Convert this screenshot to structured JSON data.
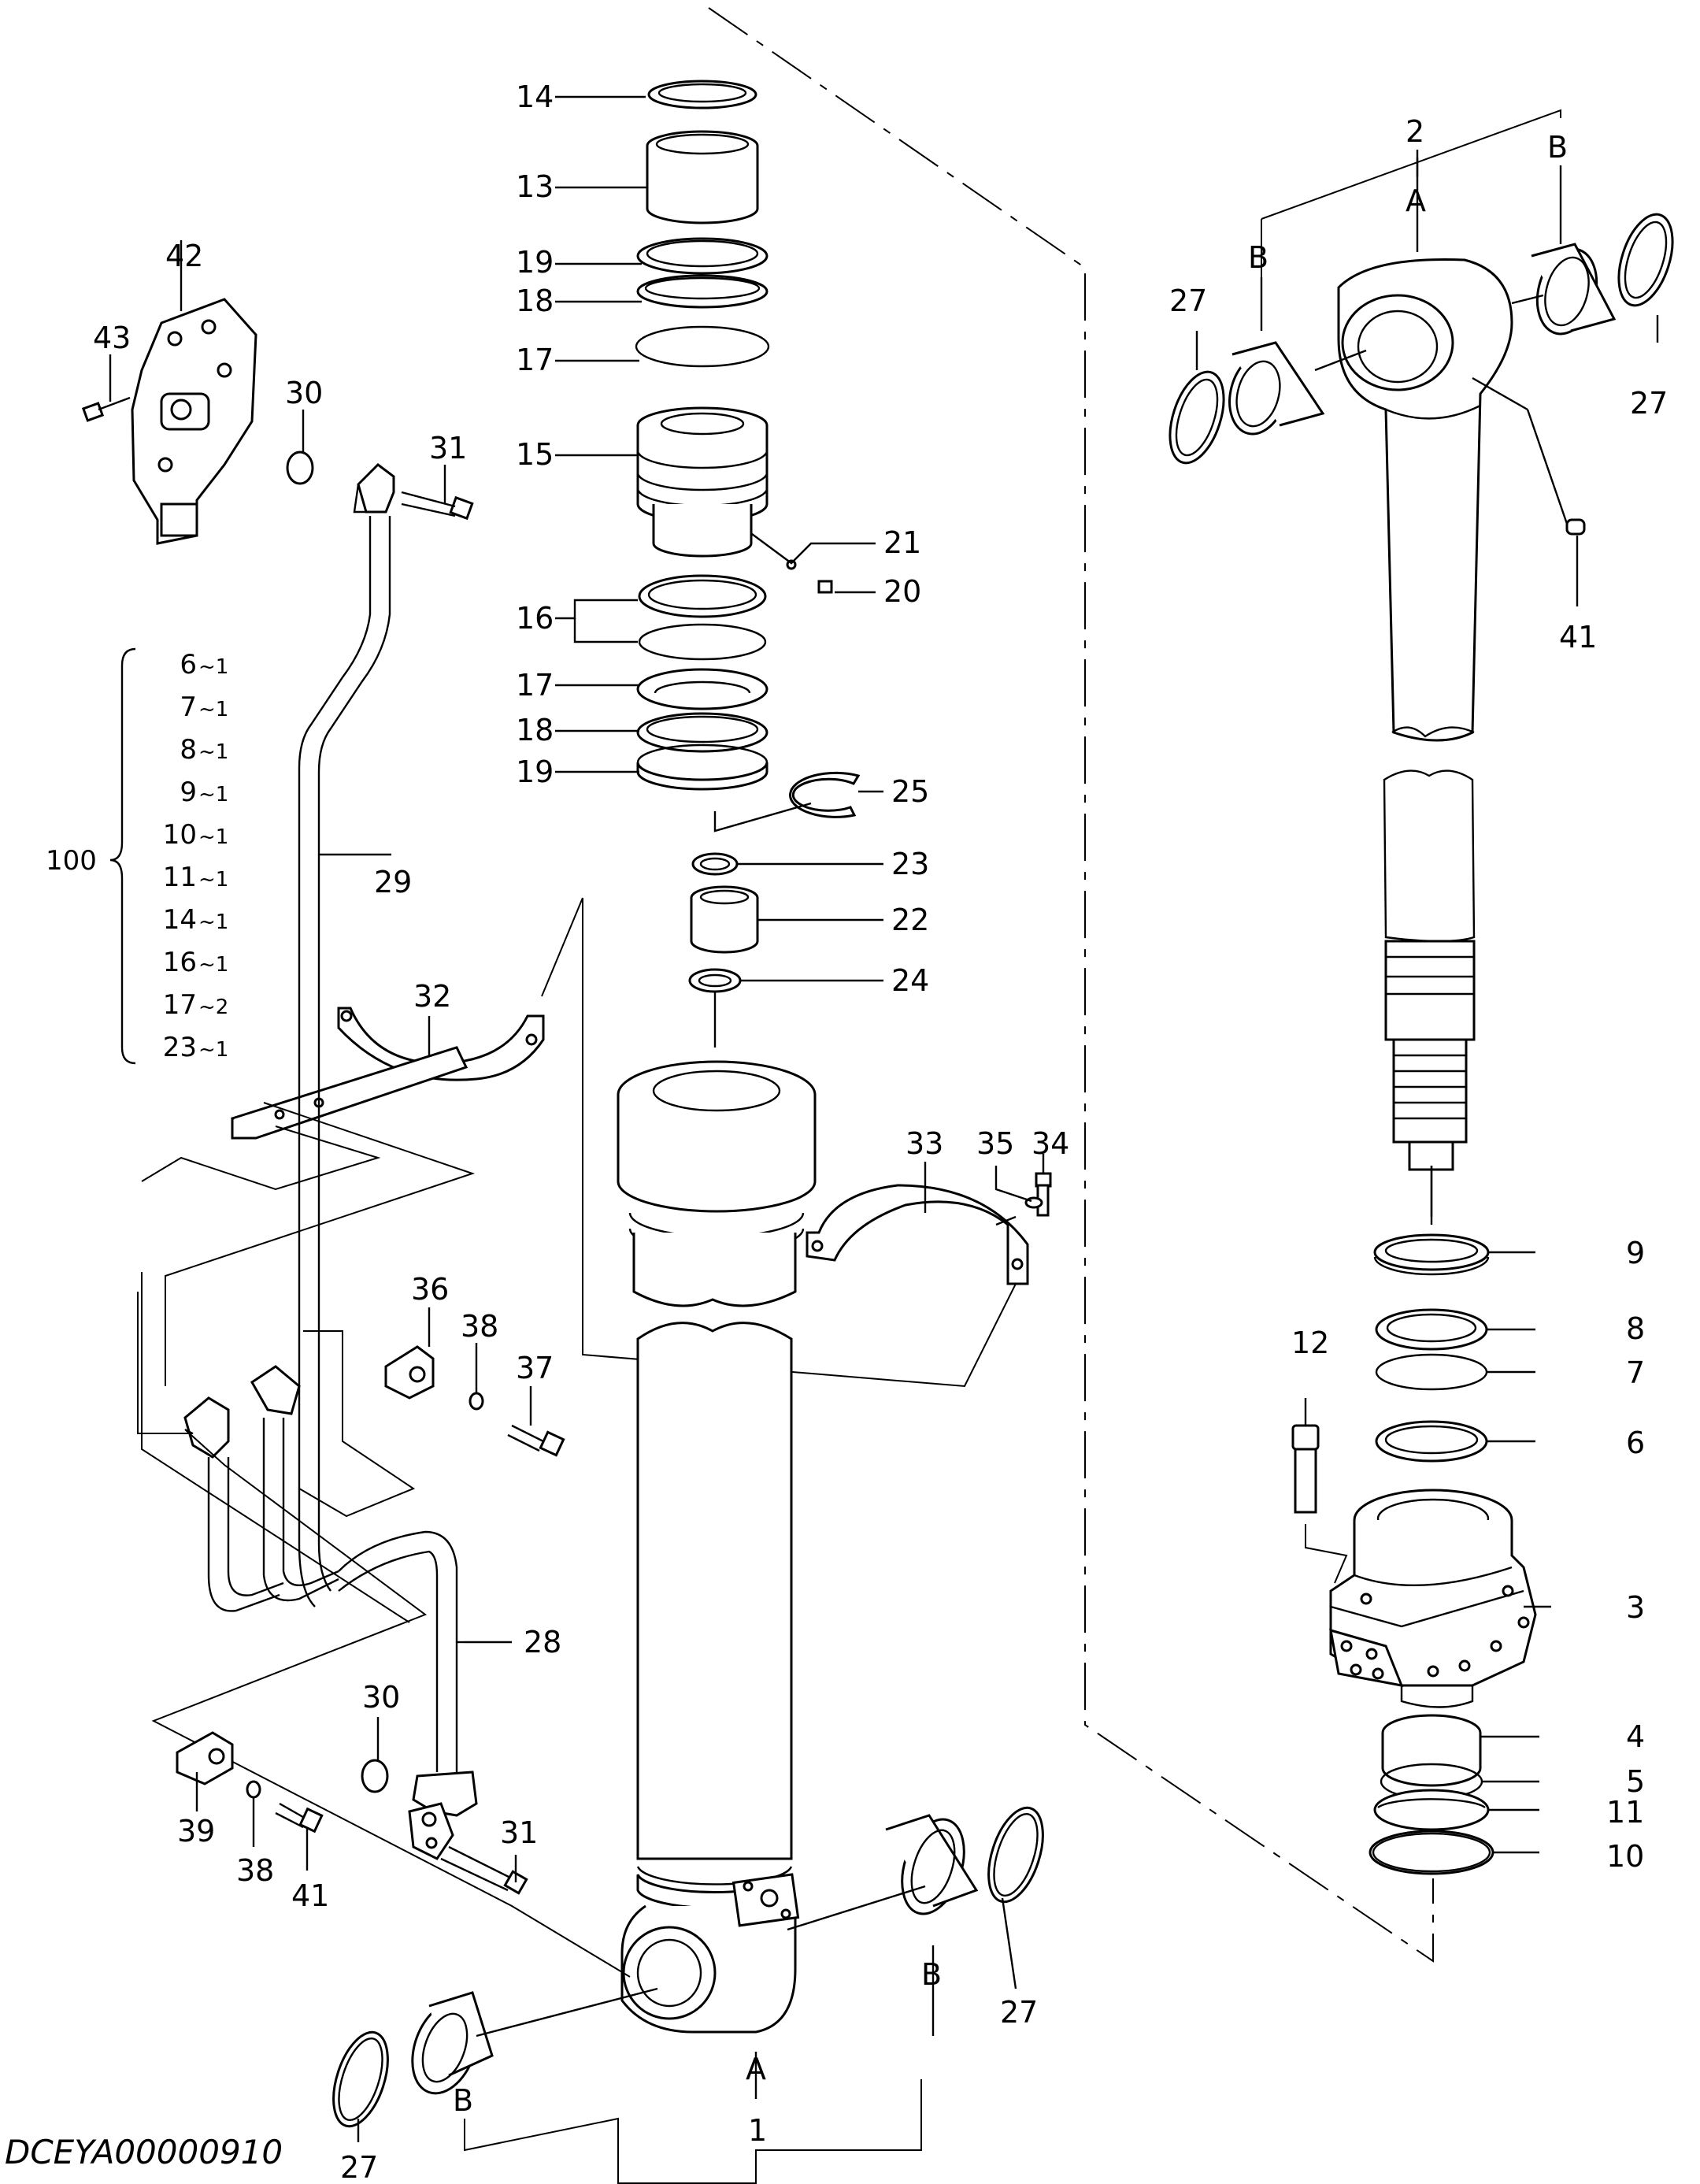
{
  "drawing_code": "DCEYA00000910",
  "callouts": {
    "p1": "1",
    "p2": "2",
    "p3": "3",
    "p4": "4",
    "p5": "5",
    "p6": "6",
    "p7": "7",
    "p8": "8",
    "p9": "9",
    "p10": "10",
    "p11": "11",
    "p12": "12",
    "p13": "13",
    "p14": "14",
    "p15": "15",
    "p16": "16",
    "p17a": "17",
    "p17b": "17",
    "p18a": "18",
    "p18b": "18",
    "p19a": "19",
    "p19b": "19",
    "p20": "20",
    "p21": "21",
    "p22": "22",
    "p23": "23",
    "p24": "24",
    "p25": "25",
    "p27a": "27",
    "p27b": "27",
    "p27c": "27",
    "p27d": "27",
    "p28": "28",
    "p29": "29",
    "p30a": "30",
    "p30b": "30",
    "p31a": "31",
    "p31b": "31",
    "p32": "32",
    "p33": "33",
    "p34": "34",
    "p35": "35",
    "p36": "36",
    "p37": "37",
    "p38a": "38",
    "p38b": "38",
    "p39": "39",
    "p41a": "41",
    "p41b": "41",
    "p42": "42",
    "p43": "43",
    "A1": "A",
    "A2": "A",
    "B1": "B",
    "B2": "B",
    "B3": "B",
    "B4": "B"
  },
  "seal_kit": {
    "number": "100",
    "items": [
      {
        "part": "6",
        "qty": "1"
      },
      {
        "part": "7",
        "qty": "1"
      },
      {
        "part": "8",
        "qty": "1"
      },
      {
        "part": "9",
        "qty": "1"
      },
      {
        "part": "10",
        "qty": "1"
      },
      {
        "part": "11",
        "qty": "1"
      },
      {
        "part": "14",
        "qty": "1"
      },
      {
        "part": "16",
        "qty": "1"
      },
      {
        "part": "17",
        "qty": "2"
      },
      {
        "part": "23",
        "qty": "1"
      }
    ]
  }
}
